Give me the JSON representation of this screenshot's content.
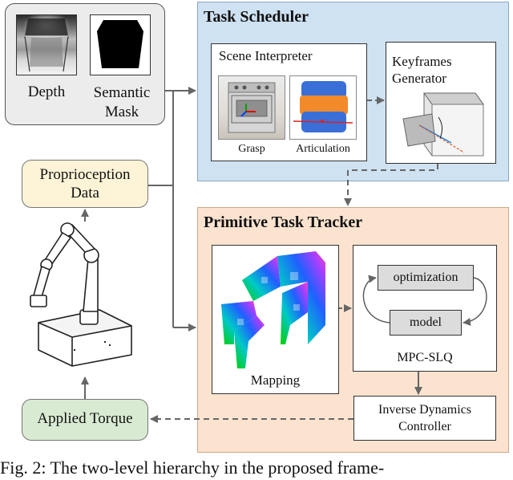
{
  "sensors": {
    "depth_label": "Depth",
    "mask_label_1": "Semantic",
    "mask_label_2": "Mask"
  },
  "scheduler": {
    "title": "Task Scheduler",
    "interpreter_title": "Scene Interpreter",
    "grasp_label": "Grasp",
    "articulation_label": "Articulation",
    "keyframes_label_1": "Keyframes",
    "keyframes_label_2": "Generator"
  },
  "proprio": {
    "label_1": "Proprioception",
    "label_2": "Data"
  },
  "tracker": {
    "title": "Primitive Task Tracker",
    "mapping_label": "Mapping",
    "optimization_label": "optimization",
    "model_label": "model",
    "mpc_label": "MPC-SLQ",
    "inverse_label_1": "Inverse Dynamics",
    "inverse_label_2": "Controller"
  },
  "torque": {
    "label": "Applied Torque"
  },
  "caption": "Fig.  2:  The  two-level  hierarchy  in  the  proposed  frame-",
  "colors": {
    "scheduler_bg": "#cfe2f2",
    "tracker_bg": "#fbe3cf",
    "proprio_bg": "#fdf3d6",
    "torque_bg": "#d9ead3",
    "sensor_bg": "#ececec"
  }
}
